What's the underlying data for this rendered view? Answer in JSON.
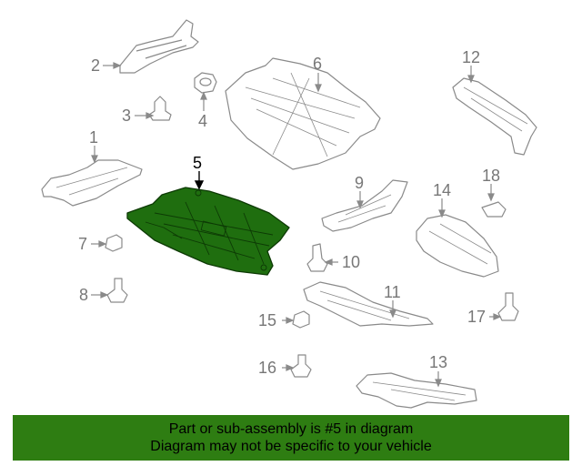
{
  "callouts": {
    "c1": "1",
    "c2": "2",
    "c3": "3",
    "c4": "4",
    "c5": "5",
    "c6": "6",
    "c7": "7",
    "c8": "8",
    "c9": "9",
    "c10": "10",
    "c11": "11",
    "c12": "12",
    "c13": "13",
    "c14": "14",
    "c15": "15",
    "c16": "16",
    "c17": "17",
    "c18": "18"
  },
  "highlight_color": "#1f6e0f",
  "banner_color": "#2e7d12",
  "banner": {
    "line1": "Part or sub-assembly is #5 in diagram",
    "line2": "Diagram may not be specific to your vehicle"
  }
}
